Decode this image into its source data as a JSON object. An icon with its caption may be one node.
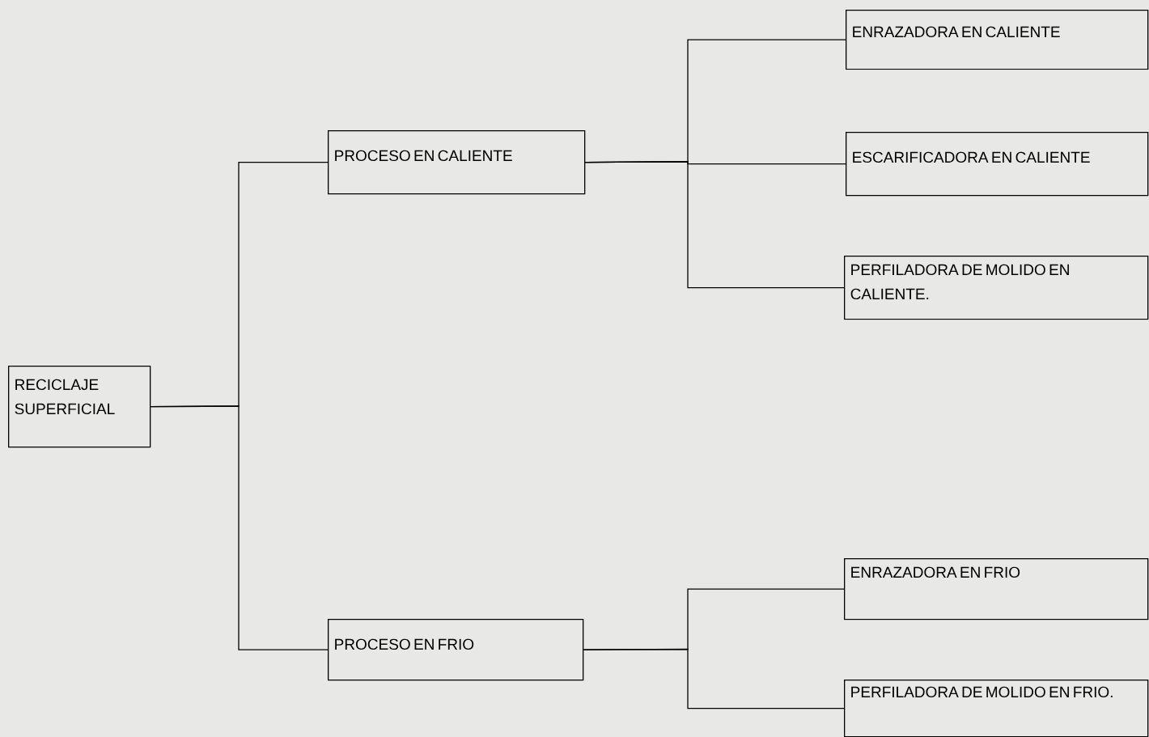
{
  "diagram": {
    "nodes": [
      {
        "text": [
          "RECICLAJE SUPERFICIAL"
        ]
      },
      {
        "text": [
          "PROCESO EN CALIENTE"
        ]
      },
      {
        "text": [
          "PROCESO EN FRIO"
        ]
      },
      {
        "text": [
          "ENRAZADORA EN CALIENTE"
        ]
      },
      {
        "text": [
          "ESCARIFICADORA EN CALIENTE"
        ]
      },
      {
        "text": [
          "PERFILADORA DE MOLIDO EN CALIENTE."
        ]
      },
      {
        "text": [
          "ENRAZADORA EN FRIO"
        ]
      },
      {
        "text": [
          "PERFILADORA DE MOLIDO EN FRIO."
        ]
      }
    ],
    "edges": [
      {
        "from": 0,
        "to": 1,
        "arrow": "none"
      },
      {
        "from": 0,
        "to": 2,
        "arrow": "none"
      },
      {
        "from": 1,
        "to": 3,
        "arrow": "none"
      },
      {
        "from": 1,
        "to": 4,
        "arrow": "none"
      },
      {
        "from": 1,
        "to": 5,
        "arrow": "none"
      },
      {
        "from": 2,
        "to": 6,
        "arrow": "none"
      },
      {
        "from": 2,
        "to": 7,
        "arrow": "none"
      }
    ]
  }
}
